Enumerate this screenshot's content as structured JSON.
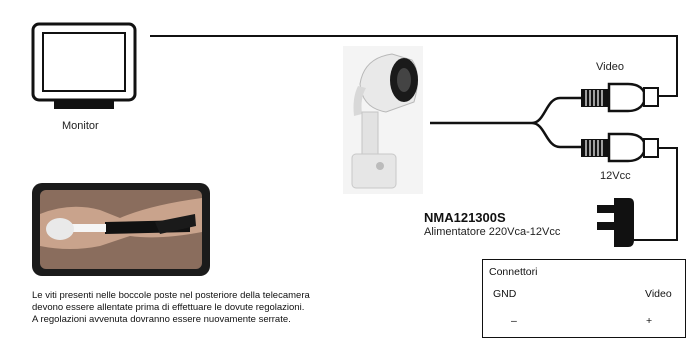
{
  "header_fragment": "",
  "monitor": {
    "label": "Monitor"
  },
  "video_label": "Video",
  "power_label": "12Vcc",
  "power_supply": {
    "code": "NMA121300S",
    "description": "Alimentatore 220Vca-12Vcc"
  },
  "instructions": {
    "lines": [
      "Le viti presenti nelle boccole poste nel posteriore della telecamera",
      "devono essere allentate prima di effettuare le dovute regolazioni.",
      "A regolazioni avvenuta dovranno essere nuovamente serrate."
    ]
  },
  "connectors": {
    "title": "Connettori",
    "row1_left": "GND",
    "row1_right": "Video",
    "row2_left": "–",
    "row2_right": "+"
  }
}
